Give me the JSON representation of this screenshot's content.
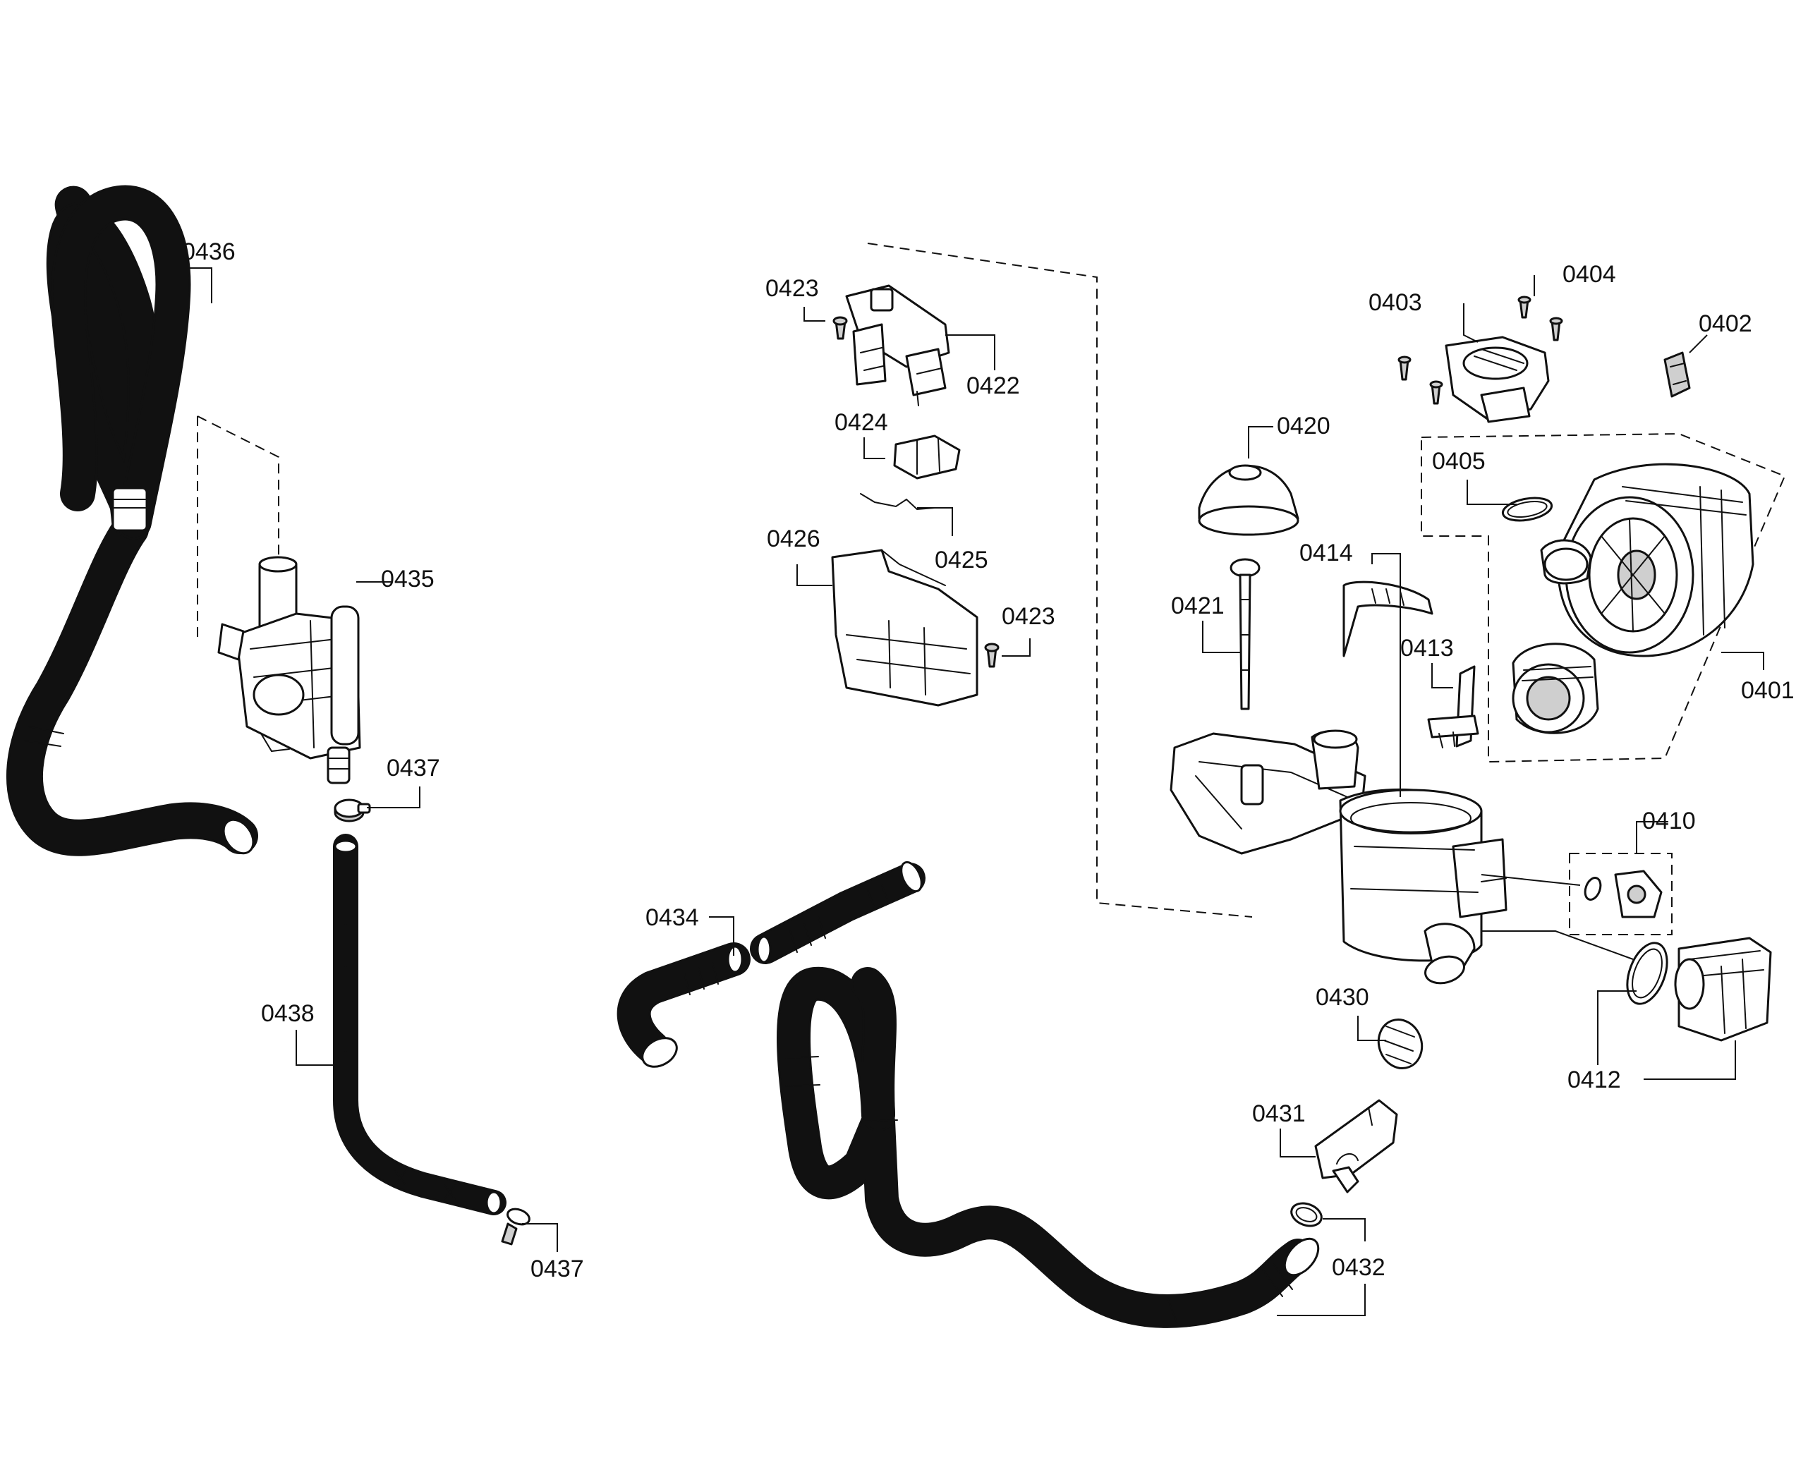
{
  "colors": {
    "line": "#111111",
    "background": "#ffffff",
    "shade": "#cfcfcf"
  },
  "callouts": {
    "c0436": "0436",
    "c0435": "0435",
    "c0437a": "0437",
    "c0438": "0438",
    "c0437b": "0437",
    "c0423a": "0423",
    "c0422": "0422",
    "c0424": "0424",
    "c0425": "0425",
    "c0426": "0426",
    "c0423b": "0423",
    "c0434": "0434",
    "c0403": "0403",
    "c0404": "0404",
    "c0402": "0402",
    "c0420": "0420",
    "c0405": "0405",
    "c0414": "0414",
    "c0421": "0421",
    "c0413": "0413",
    "c0401": "0401",
    "c0410": "0410",
    "c0430": "0430",
    "c0412": "0412",
    "c0431": "0431",
    "c0432": "0432"
  }
}
